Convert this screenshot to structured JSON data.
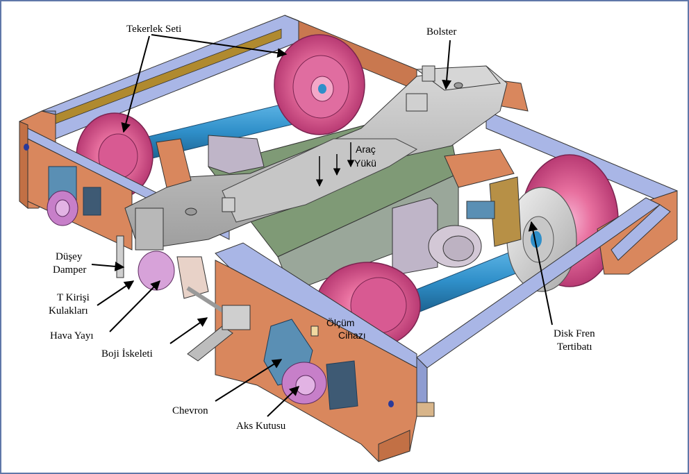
{
  "diagram": {
    "labels": {
      "wheelset": "Tekerlek Seti",
      "bolster": "Bolster",
      "vehicle_load_1": "Araç",
      "vehicle_load_2": "Yükü",
      "vertical_damper_1": "Düşey",
      "vertical_damper_2": "Damper",
      "t_beam_1": "T Kirişi",
      "t_beam_2": "Kulakları",
      "air_spring": "Hava Yayı",
      "bogie_frame": "Boji İskeleti",
      "measuring_1": "Ölçüm",
      "measuring_2": "Cihazı",
      "disc_brake_1": "Disk Fren",
      "disc_brake_2": "Tertibatı",
      "chevron": "Chevron",
      "axle_box": "Aks Kutusu"
    },
    "colors": {
      "frame_orange": "#d9875d",
      "frame_blue": "#a9b6e6",
      "wheel_pink": "#e0639e",
      "axle_blue": "#2f8fc9",
      "bolster_gray": "#bdbdbd",
      "beam_green": "#7f9a76",
      "border": "#5f77a8"
    }
  }
}
